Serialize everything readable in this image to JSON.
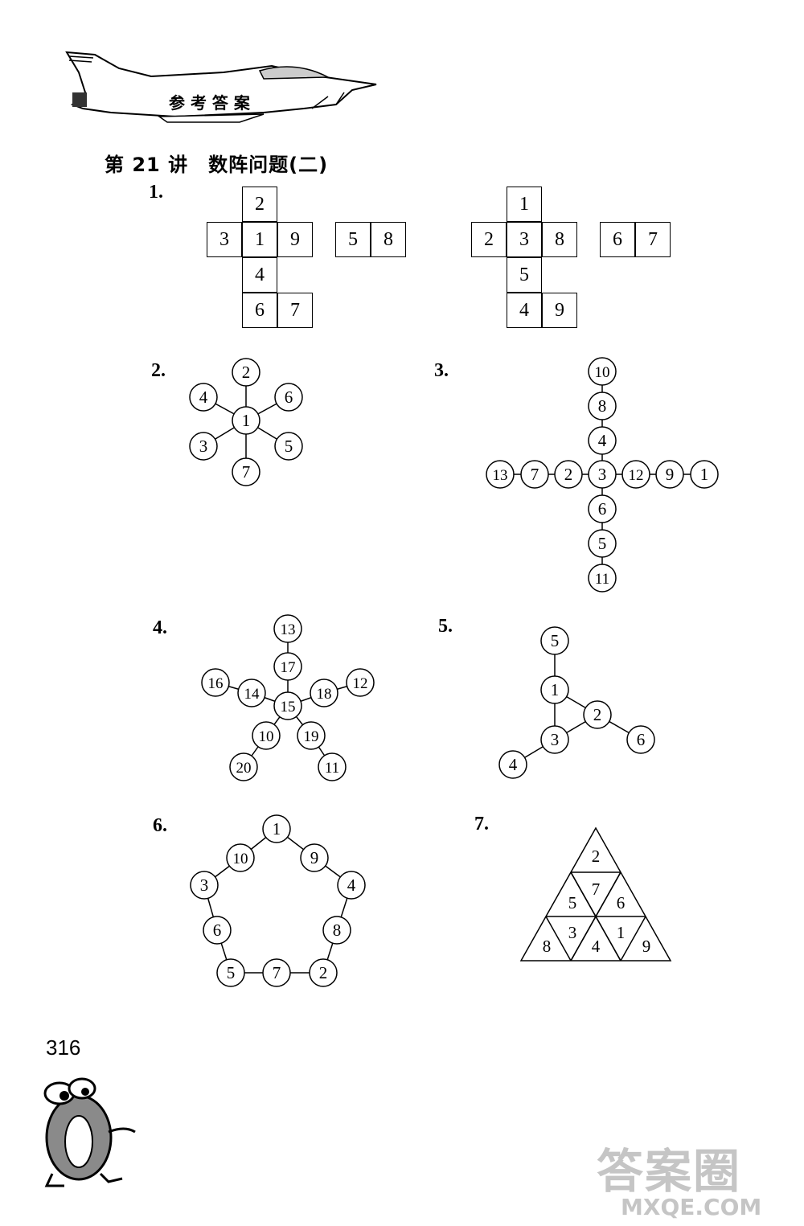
{
  "banner": {
    "label": "参 考 答 案"
  },
  "section": {
    "title": "第 21 讲　数阵问题(二)"
  },
  "page_number": "316",
  "watermark": {
    "logo_text": "答案圈",
    "url": "MXQE.COM"
  },
  "q1": {
    "label": "1.",
    "net_a": {
      "top": "2",
      "left": "3",
      "center": "1",
      "right": "9",
      "below": "4",
      "bottom_left": "6",
      "bottom_right": "7",
      "pair": [
        "5",
        "8"
      ]
    },
    "net_b": {
      "top": "1",
      "left": "2",
      "center": "3",
      "right": "8",
      "below": "5",
      "bottom_left": "4",
      "bottom_right": "9",
      "pair": [
        "6",
        "7"
      ]
    }
  },
  "q2": {
    "label": "2.",
    "center": "1",
    "outer": [
      "2",
      "6",
      "5",
      "7",
      "3",
      "4"
    ]
  },
  "q3": {
    "label": "3.",
    "vertical": [
      "10",
      "8",
      "4",
      "3",
      "6",
      "5",
      "11"
    ],
    "horizontal": [
      "13",
      "7",
      "2",
      "3",
      "12",
      "9",
      "1"
    ]
  },
  "q4": {
    "label": "4.",
    "center": "15",
    "inner": [
      "17",
      "18",
      "19",
      "10",
      "14"
    ],
    "outer": [
      "13",
      "12",
      "11",
      "20",
      "16"
    ]
  },
  "q5": {
    "label": "5.",
    "triangle": [
      "1",
      "2",
      "3"
    ],
    "tails": [
      "5",
      "6",
      "4"
    ]
  },
  "q6": {
    "label": "6.",
    "ring": [
      "1",
      "9",
      "4",
      "8",
      "2",
      "7",
      "5",
      "6",
      "3",
      "10"
    ]
  },
  "q7": {
    "label": "7.",
    "rows": [
      [
        "2"
      ],
      [
        "5",
        "7",
        "6"
      ],
      [
        "8",
        "3",
        "4",
        "1",
        "9"
      ]
    ]
  }
}
